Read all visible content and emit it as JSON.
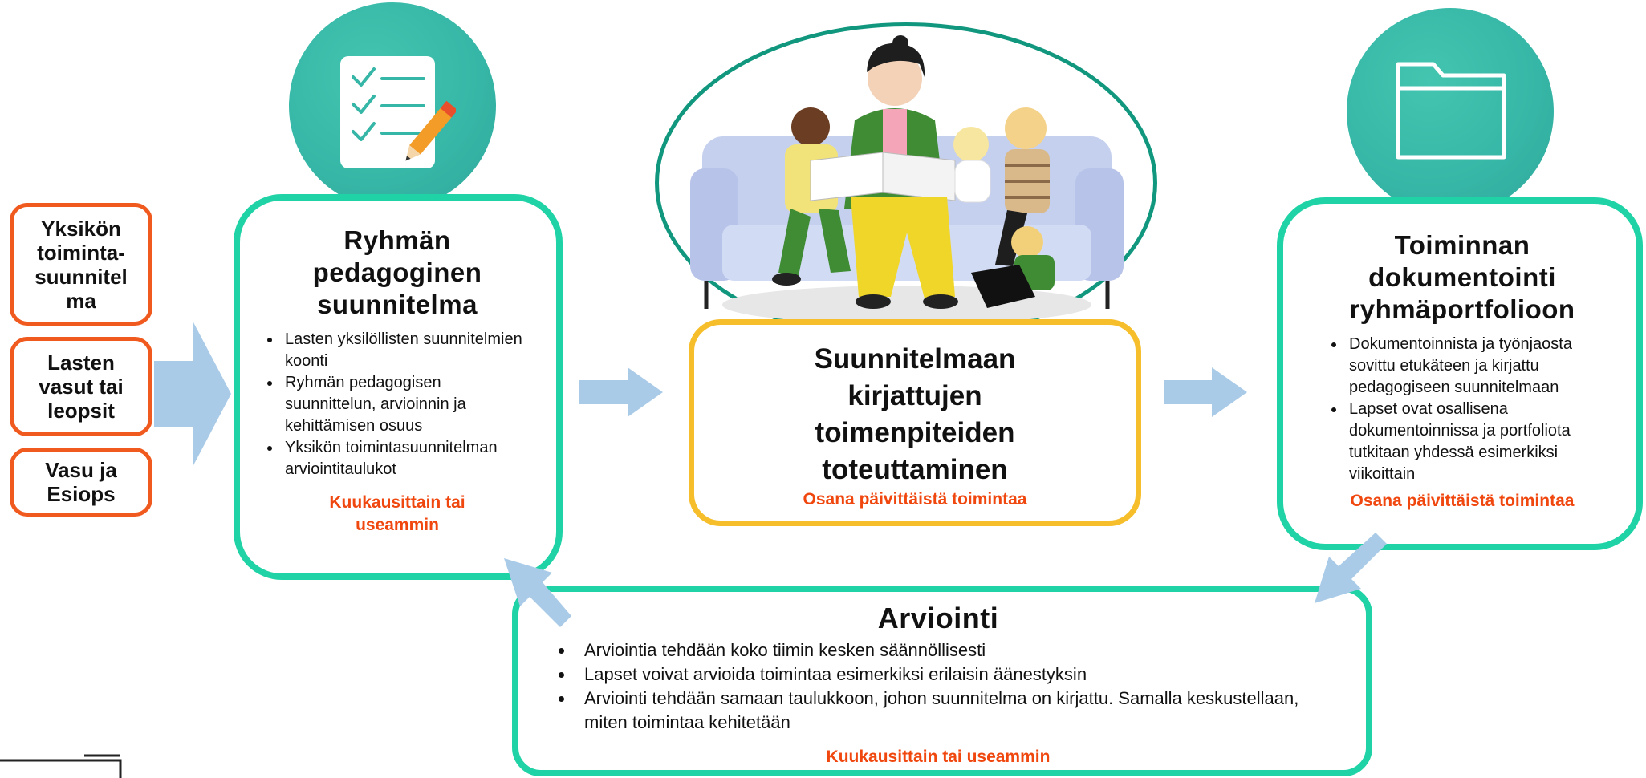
{
  "inputs": [
    {
      "label": "Yksikön\ntoiminta-\nsuunnitel\nma"
    },
    {
      "label": "Lasten\nvasut tai\nleopsit"
    },
    {
      "label": "Vasu ja\nEsiops"
    }
  ],
  "left_box": {
    "title": "Ryhmän\npedagoginen\nsuunnitelma",
    "bullets": [
      "Lasten yksilöllisten suunnitelmien koonti",
      "Ryhmän pedagogisen suunnittelun, arvioinnin ja kehittämisen osuus",
      "Yksikön toimintasuunnitelman arviointitaulukot"
    ],
    "frequency": "Kuukausittain tai\nuseammin"
  },
  "center_box": {
    "title": "Suunnitelmaan\nkirjattujen\ntoimenpiteiden\ntoteuttaminen",
    "frequency": "Osana päivittäistä toimintaa"
  },
  "right_box": {
    "title": "Toiminnan\ndokumentointi\nryhmäportfolioon",
    "bullets": [
      "Dokumentoinnista ja työnjaosta sovittu etukäteen ja kirjattu pedagogiseen suunnitelmaan",
      "Lapset ovat osallisena dokumentoinnissa ja portfoliota tutkitaan yhdessä esimerkiksi viikoittain"
    ],
    "frequency": "Osana päivittäistä toimintaa"
  },
  "bottom_box": {
    "title": "Arviointi",
    "bullets": [
      "Arviointia tehdään koko tiimin kesken säännöllisesti",
      "Lapset voivat arvioida toimintaa esimerkiksi erilaisin äänestyksin",
      "Arviointi tehdään samaan taulukkoon, johon suunnitelma on kirjattu. Samalla keskustellaan, miten toimintaa kehitetään"
    ],
    "frequency": "Kuukausittain tai useammin"
  },
  "colors": {
    "teal_border": "#1fd3a6",
    "orange": "#f05a1e",
    "yellow": "#f6be2a",
    "arrow": "#a9cbe8",
    "circle": "#36b6a6"
  },
  "icons": {
    "left_circle": "checklist-pencil-icon",
    "right_circle": "folder-icon",
    "center_illustration": "reading-adult-with-children-illustration"
  }
}
